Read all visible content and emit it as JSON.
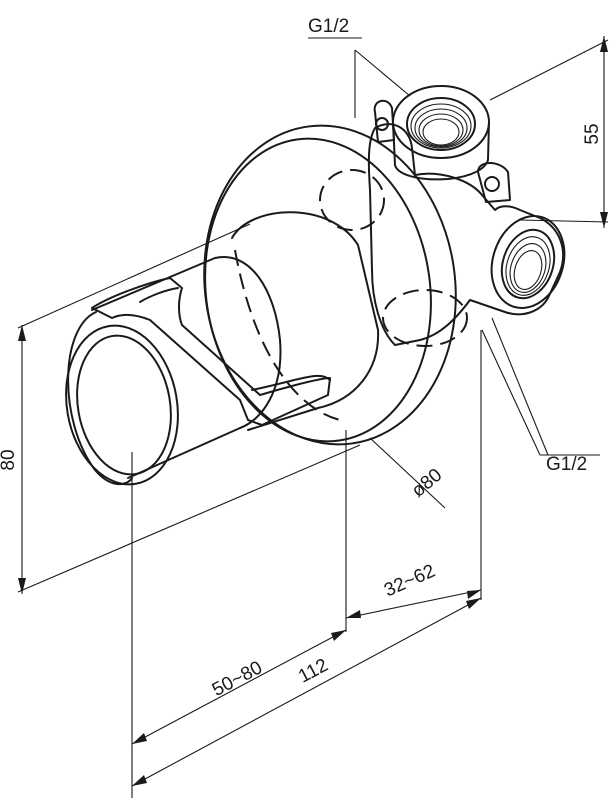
{
  "drawing": {
    "labels": {
      "inlet_top": "G1/2",
      "outlet_side": "G1/2",
      "height_top": "55",
      "height_total": "80",
      "flange_diameter": "ø80",
      "wall_depth": "32~62",
      "body_depth": "50~80",
      "total_depth": "112"
    }
  }
}
